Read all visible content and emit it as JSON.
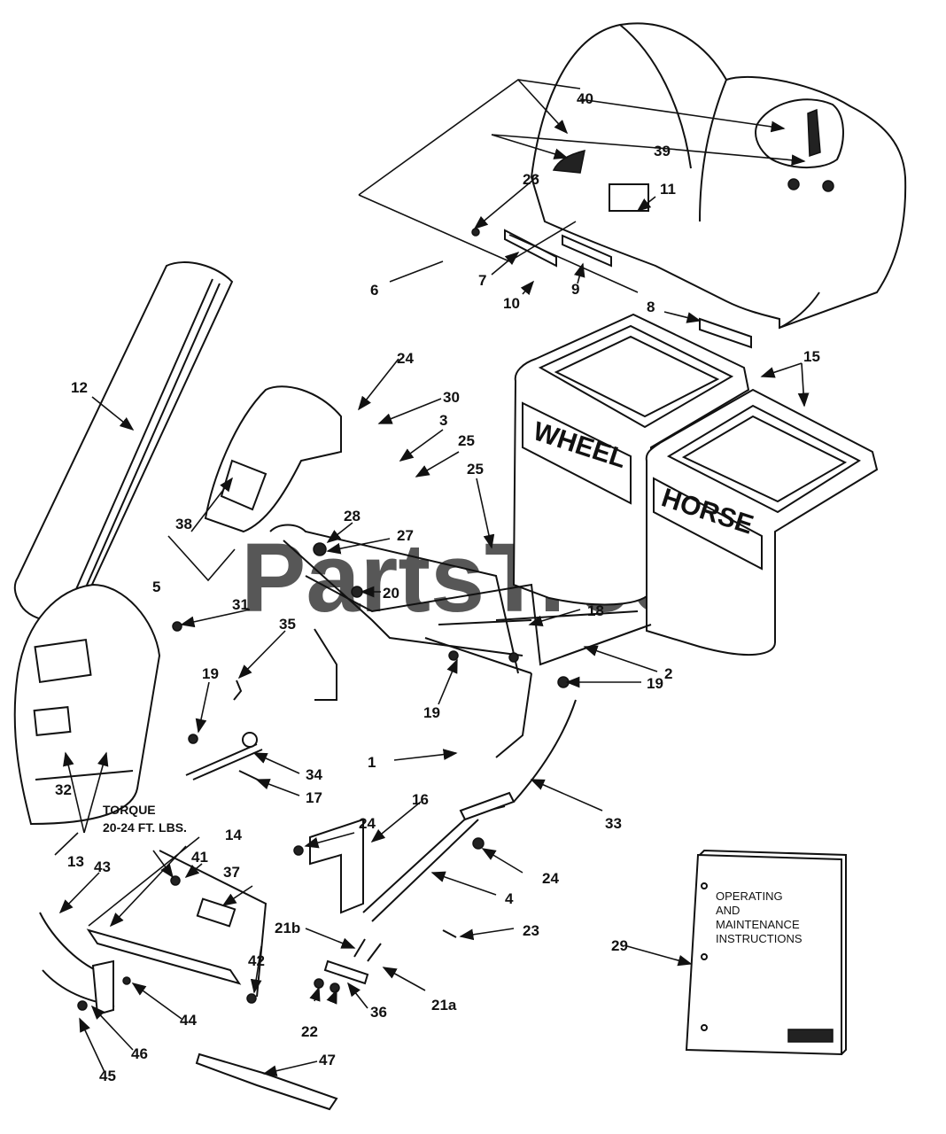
{
  "watermark": "PartsTree",
  "brand_text": {
    "wheel": "WHEEL",
    "horse": "HORSE"
  },
  "torque_note": {
    "line1": "TORQUE",
    "line2": "20-24 FT. LBS."
  },
  "manual": {
    "line1": "OPERATING",
    "line2": "AND",
    "line3": "MAINTENANCE",
    "line4": "INSTRUCTIONS"
  },
  "callouts": {
    "c1": "1",
    "c2": "2",
    "c3": "3",
    "c4": "4",
    "c5": "5",
    "c6": "6",
    "c7": "7",
    "c8": "8",
    "c9": "9",
    "c10": "10",
    "c11": "11",
    "c12": "12",
    "c13": "13",
    "c14": "14",
    "c15": "15",
    "c16": "16",
    "c17": "17",
    "c18": "18",
    "c19a": "19",
    "c19b": "19",
    "c19c": "19",
    "c20": "20",
    "c21a": "21a",
    "c21b": "21b",
    "c22": "22",
    "c23": "23",
    "c24a": "24",
    "c24b": "24",
    "c24c": "24",
    "c25a": "25",
    "c25b": "25",
    "c26": "26",
    "c27": "27",
    "c28": "28",
    "c29": "29",
    "c30": "30",
    "c31": "31",
    "c32": "32",
    "c33": "33",
    "c34": "34",
    "c35": "35",
    "c36": "36",
    "c37": "37",
    "c38": "38",
    "c39": "39",
    "c40": "40",
    "c41": "41",
    "c42": "42",
    "c43": "43",
    "c44": "44",
    "c45": "45",
    "c46": "46",
    "c47": "47"
  }
}
